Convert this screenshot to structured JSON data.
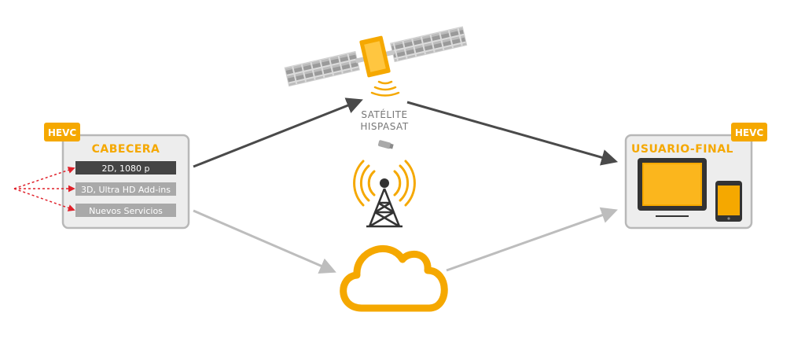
{
  "colors": {
    "accent": "#f5a800",
    "box_fill": "#ededed",
    "box_stroke": "#b8b8b8",
    "row_dark": "#444444",
    "row_light": "#a9a9a9",
    "arrow_dark": "#4a4a4a",
    "arrow_light": "#bdbdbd",
    "dotted": "#e0202a",
    "label": "#777777"
  },
  "headend": {
    "badge": "HEVC",
    "title": "CABECERA",
    "rows": [
      "2D, 1080 p",
      "3D, Ultra HD Add-ins",
      "Nuevos Servicios"
    ]
  },
  "satellite": {
    "icon": "satellite-icon",
    "label_line1": "SATÉLITE",
    "label_line2": "HISPASAT"
  },
  "terrestrial": {
    "icon": "radio-tower-icon"
  },
  "cloud": {
    "icon": "cloud-icon"
  },
  "enduser": {
    "badge": "HEVC",
    "title": "USUARIO-FINAL",
    "devices": [
      "tablet-icon",
      "smartphone-icon"
    ]
  }
}
